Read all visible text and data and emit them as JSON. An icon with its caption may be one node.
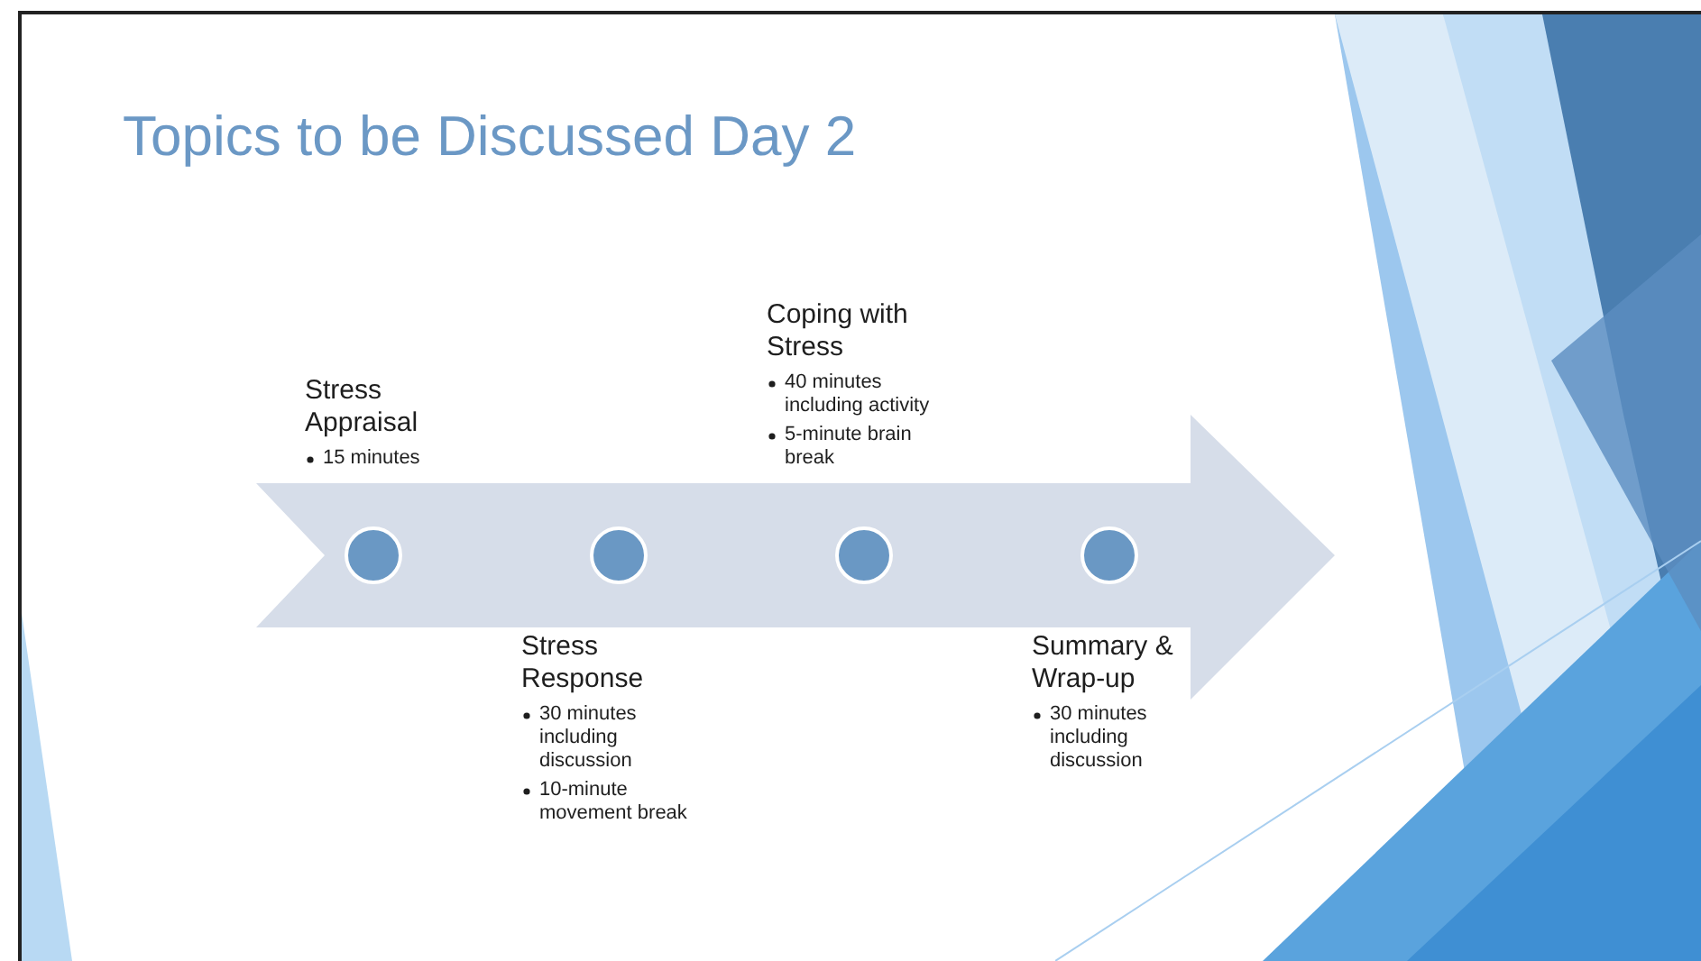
{
  "diagram": {
    "title": "Topics to be Discussed Day 2",
    "nodes": [
      {
        "text": [],
        "shape": "arrow"
      },
      {
        "text": [],
        "shape": "circle",
        "in": 0,
        "beside": [
          "Stress Appraisal",
          "15 minutes"
        ]
      },
      {
        "text": [],
        "shape": "circle",
        "in": 0,
        "beside": [
          "Stress Response",
          "30 minutes including discussion",
          "10-minute movement break"
        ]
      },
      {
        "text": [],
        "shape": "circle",
        "in": 0,
        "beside": [
          "Coping with Stress",
          "40 minutes including activity",
          "5-minute brain break"
        ]
      },
      {
        "text": [],
        "shape": "circle",
        "in": 0,
        "beside": [
          "Summary & Wrap-up",
          "30 minutes including discussion"
        ]
      }
    ]
  }
}
